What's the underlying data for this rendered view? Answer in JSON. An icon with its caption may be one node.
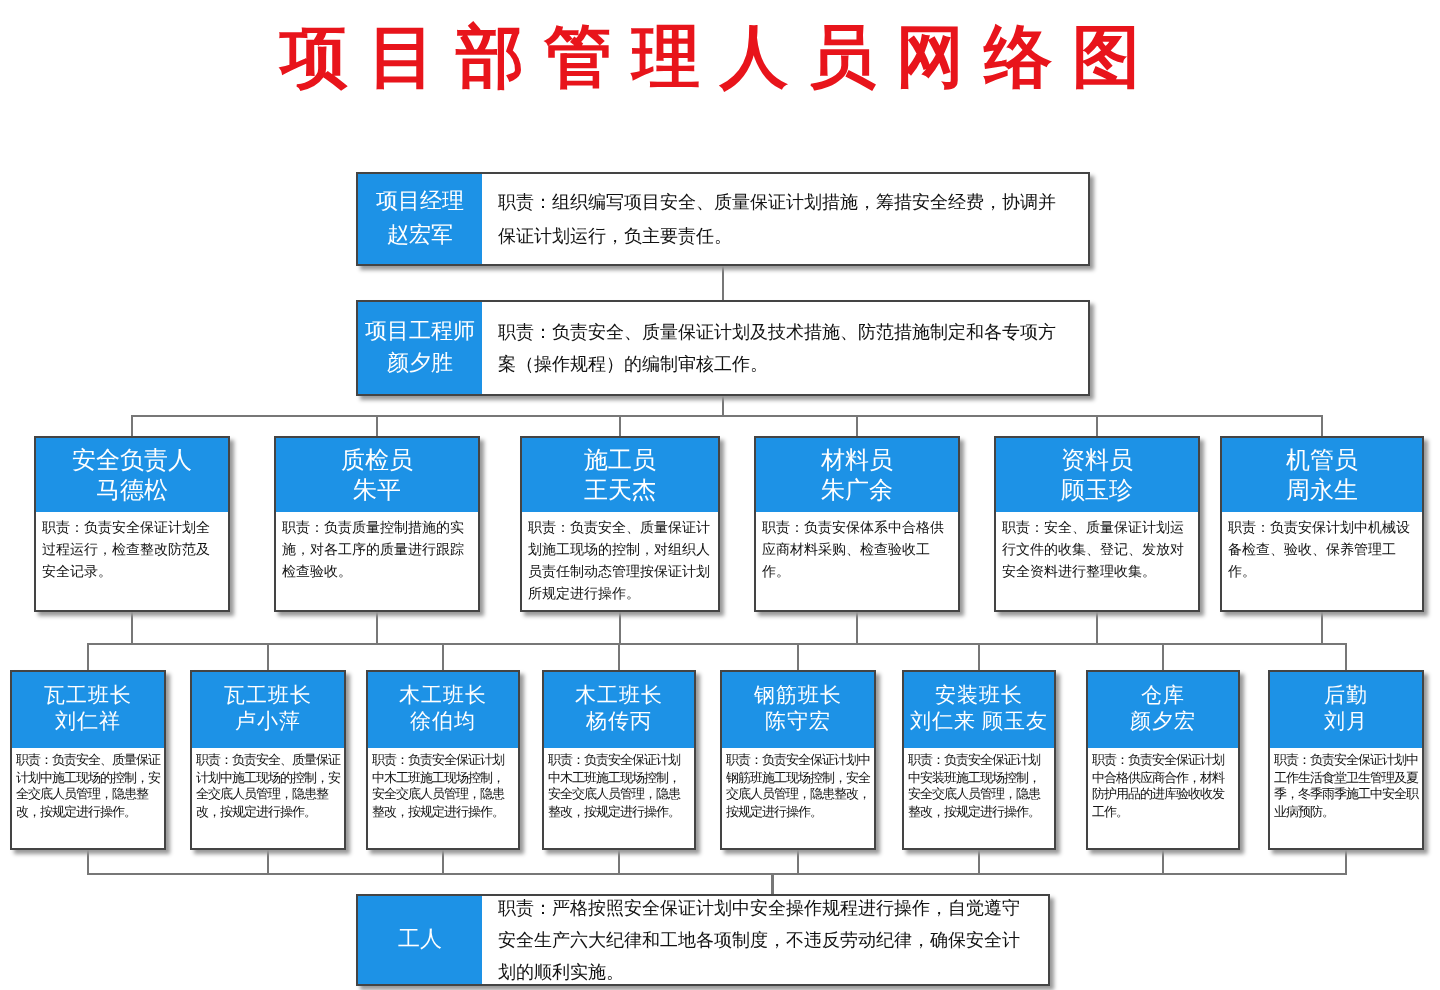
{
  "diagram": {
    "title": "项目部管理人员网络图",
    "nodes": [
      {
        "text": [
          "项目经理",
          "赵宏军",
          "职责：组织编写项目安全、质量保证计划措施，筹措安全经费，协调并保证计划运行，负主要责任。"
        ]
      },
      {
        "text": [
          "项目工程师",
          "颜夕胜",
          "职责：负责安全、质量保证计划及技术措施、防范措施制定和各专项方案（操作规程）的编制审核工作。"
        ]
      },
      {
        "text": [
          "安全负责人",
          "马德松",
          "职责：负责安全保证计划全过程运行，检查整改防范及安全记录。"
        ]
      },
      {
        "text": [
          "质检员",
          "朱平",
          "职责：负责质量控制措施的实施，对各工序的质量进行跟踪检查验收。"
        ]
      },
      {
        "text": [
          "施工员",
          "王天杰",
          "职责：负责安全、质量保证计划施工现场的控制，对组织人员责任制动态管理按保证计划所规定进行操作。"
        ]
      },
      {
        "text": [
          "材料员",
          "朱广余",
          "职责：负责安保体系中合格供应商材料采购、检查验收工作。"
        ]
      },
      {
        "text": [
          "资料员",
          "顾玉珍",
          "职责：安全、质量保证计划运行文件的收集、登记、发放对安全资料进行整理收集。"
        ]
      },
      {
        "text": [
          "机管员",
          "周永生",
          "职责：负责安保计划中机械设备检查、验收、保养管理工作。"
        ]
      },
      {
        "text": [
          "瓦工班长",
          "刘仁祥",
          "职责：负责安全、质量保证计划中施工现场的控制，安全交底人员管理，隐患整改，按规定进行操作。"
        ]
      },
      {
        "text": [
          "瓦工班长",
          "卢小萍",
          "职责：负责安全、质量保证计划中施工现场的控制，安全交底人员管理，隐患整改，按规定进行操作。"
        ]
      },
      {
        "text": [
          "木工班长",
          "徐伯均",
          "职责：负责安全保证计划中木工班施工现场控制，安全交底人员管理，隐患整改，按规定进行操作。"
        ]
      },
      {
        "text": [
          "木工班长",
          "杨传丙",
          "职责：负责安全保证计划中木工班施工现场控制，安全交底人员管理，隐患整改，按规定进行操作。"
        ]
      },
      {
        "text": [
          "钢筋班长",
          "陈守宏",
          "职责：负责安全保证计划中钢筋班施工现场控制，安全交底人员管理，隐患整改，按规定进行操作。"
        ]
      },
      {
        "text": [
          "安装班长",
          "刘仁来 顾玉友",
          "职责：负责安全保证计划中安装班施工现场控制，安全交底人员管理，隐患整改，按规定进行操作。"
        ]
      },
      {
        "text": [
          "仓库",
          "颜夕宏",
          "职责：负责安全保证计划中合格供应商合作，材料防护用品的进库验收收发工作。"
        ]
      },
      {
        "text": [
          "后勤",
          "刘月",
          "职责：负责安全保证计划中工作生活食堂卫生管理及夏季，冬季雨季施工中安全职业病预防。"
        ]
      },
      {
        "text": [
          "工人",
          "职责：严格按照安全保证计划中安全操作规程进行操作，自觉遵守安全生产六大纪律和工地各项制度，不违反劳动纪律，确保安全计划的顺利实施。"
        ]
      }
    ],
    "edges": [
      {
        "from": 0,
        "to": 1,
        "arrow": "none"
      },
      {
        "from": 1,
        "to": 2,
        "arrow": "none"
      },
      {
        "from": 1,
        "to": 3,
        "arrow": "none"
      },
      {
        "from": 1,
        "to": 4,
        "arrow": "none"
      },
      {
        "from": 1,
        "to": 5,
        "arrow": "none"
      },
      {
        "from": 1,
        "to": 6,
        "arrow": "none"
      },
      {
        "from": 1,
        "to": 7,
        "arrow": "none"
      },
      {
        "from": 2,
        "to": 8,
        "arrow": "none"
      },
      {
        "from": 2,
        "to": 9,
        "arrow": "none"
      },
      {
        "from": 2,
        "to": 10,
        "arrow": "none"
      },
      {
        "from": 2,
        "to": 11,
        "arrow": "none"
      },
      {
        "from": 2,
        "to": 12,
        "arrow": "none"
      },
      {
        "from": 2,
        "to": 13,
        "arrow": "none"
      },
      {
        "from": 2,
        "to": 14,
        "arrow": "none"
      },
      {
        "from": 2,
        "to": 15,
        "arrow": "none"
      },
      {
        "from": 3,
        "to": 8,
        "arrow": "none"
      },
      {
        "from": 3,
        "to": 9,
        "arrow": "none"
      },
      {
        "from": 3,
        "to": 10,
        "arrow": "none"
      },
      {
        "from": 3,
        "to": 11,
        "arrow": "none"
      },
      {
        "from": 3,
        "to": 12,
        "arrow": "none"
      },
      {
        "from": 3,
        "to": 13,
        "arrow": "none"
      },
      {
        "from": 3,
        "to": 14,
        "arrow": "none"
      },
      {
        "from": 3,
        "to": 15,
        "arrow": "none"
      },
      {
        "from": 4,
        "to": 8,
        "arrow": "none"
      },
      {
        "from": 4,
        "to": 9,
        "arrow": "none"
      },
      {
        "from": 4,
        "to": 10,
        "arrow": "none"
      },
      {
        "from": 4,
        "to": 11,
        "arrow": "none"
      },
      {
        "from": 4,
        "to": 12,
        "arrow": "none"
      },
      {
        "from": 4,
        "to": 13,
        "arrow": "none"
      },
      {
        "from": 4,
        "to": 14,
        "arrow": "none"
      },
      {
        "from": 4,
        "to": 15,
        "arrow": "none"
      },
      {
        "from": 5,
        "to": 8,
        "arrow": "none"
      },
      {
        "from": 5,
        "to": 9,
        "arrow": "none"
      },
      {
        "from": 5,
        "to": 10,
        "arrow": "none"
      },
      {
        "from": 5,
        "to": 11,
        "arrow": "none"
      },
      {
        "from": 5,
        "to": 12,
        "arrow": "none"
      },
      {
        "from": 5,
        "to": 13,
        "arrow": "none"
      },
      {
        "from": 5,
        "to": 14,
        "arrow": "none"
      },
      {
        "from": 5,
        "to": 15,
        "arrow": "none"
      },
      {
        "from": 6,
        "to": 8,
        "arrow": "none"
      },
      {
        "from": 6,
        "to": 9,
        "arrow": "none"
      },
      {
        "from": 6,
        "to": 10,
        "arrow": "none"
      },
      {
        "from": 6,
        "to": 11,
        "arrow": "none"
      },
      {
        "from": 6,
        "to": 12,
        "arrow": "none"
      },
      {
        "from": 6,
        "to": 13,
        "arrow": "none"
      },
      {
        "from": 6,
        "to": 14,
        "arrow": "none"
      },
      {
        "from": 6,
        "to": 15,
        "arrow": "none"
      },
      {
        "from": 7,
        "to": 8,
        "arrow": "none"
      },
      {
        "from": 7,
        "to": 9,
        "arrow": "none"
      },
      {
        "from": 7,
        "to": 10,
        "arrow": "none"
      },
      {
        "from": 7,
        "to": 11,
        "arrow": "none"
      },
      {
        "from": 7,
        "to": 12,
        "arrow": "none"
      },
      {
        "from": 7,
        "to": 13,
        "arrow": "none"
      },
      {
        "from": 7,
        "to": 14,
        "arrow": "none"
      },
      {
        "from": 7,
        "to": 15,
        "arrow": "none"
      },
      {
        "from": 8,
        "to": 16,
        "arrow": "none"
      },
      {
        "from": 9,
        "to": 16,
        "arrow": "none"
      },
      {
        "from": 10,
        "to": 16,
        "arrow": "none"
      },
      {
        "from": 11,
        "to": 16,
        "arrow": "none"
      },
      {
        "from": 12,
        "to": 16,
        "arrow": "none"
      },
      {
        "from": 13,
        "to": 16,
        "arrow": "none"
      },
      {
        "from": 14,
        "to": 16,
        "arrow": "none"
      },
      {
        "from": 15,
        "to": 16,
        "arrow": "none"
      }
    ]
  }
}
